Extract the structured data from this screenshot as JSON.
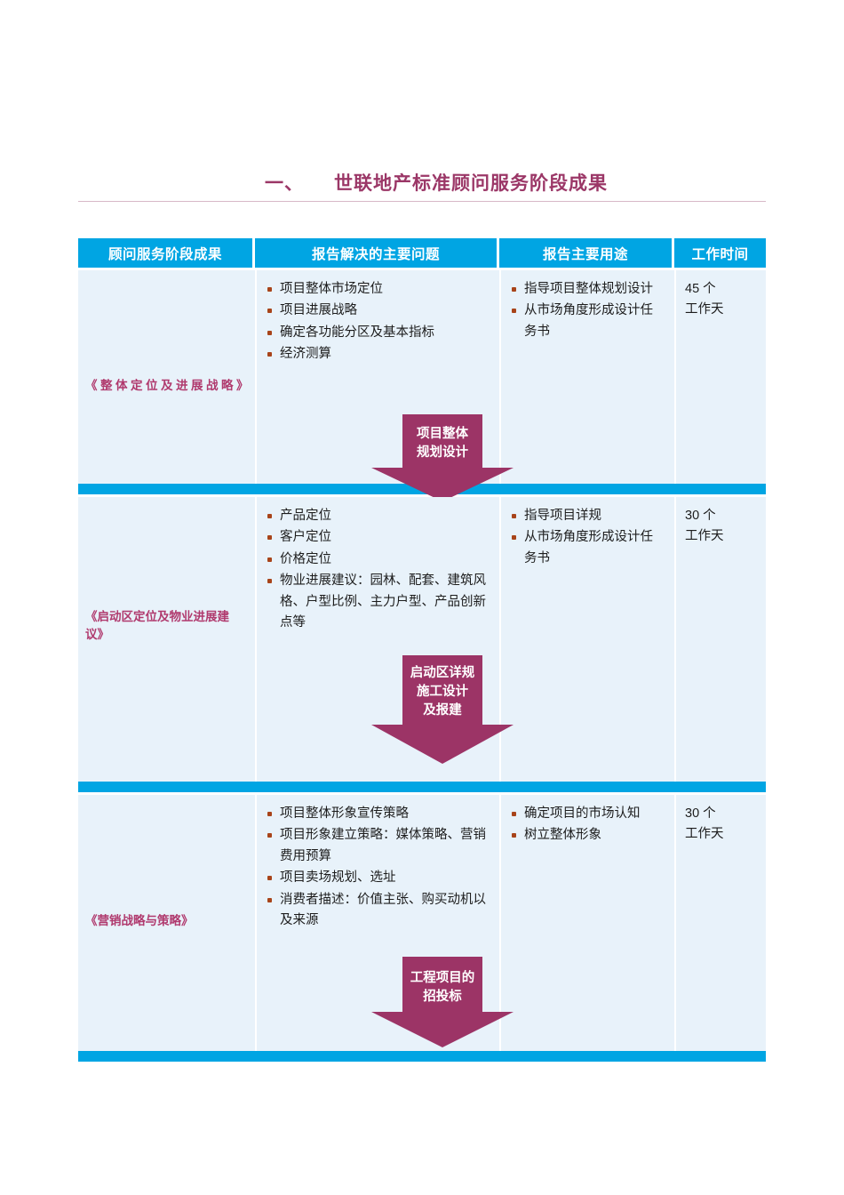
{
  "document": {
    "heading_number": "一、",
    "heading_title": "世联地产标准顾问服务阶段成果"
  },
  "table": {
    "headers": [
      "顾问服务阶段成果",
      "报告解决的主要问题",
      "报告主要用途",
      "工作时间"
    ],
    "rows": [
      {
        "stage": "《整体定位及进展战略》",
        "problems": [
          "项目整体市场定位",
          "项目进展战略",
          "确定各功能分区及基本指标",
          "经济测算"
        ],
        "uses": [
          "指导项目整体规划设计",
          "从市场角度形成设计任务书"
        ],
        "duration": "45 个\n工作天",
        "arrow_label": "项目整体\n规划设计"
      },
      {
        "stage": "《启动区定位及物业进展建议》",
        "problems": [
          "产品定位",
          "客户定位",
          "价格定位",
          "物业进展建议：园林、配套、建筑风格、户型比例、主力户型、产品创新点等"
        ],
        "uses": [
          "指导项目详规",
          "从市场角度形成设计任务书"
        ],
        "duration": "30 个\n工作天",
        "arrow_label": "启动区详规\n施工设计\n及报建"
      },
      {
        "stage": "《营销战略与策略》",
        "problems": [
          "项目整体形象宣传策略",
          "项目形象建立策略：媒体策略、营销费用预算",
          "项目卖场规划、选址",
          "消费者描述：价值主张、购买动机以及来源"
        ],
        "uses": [
          "确定项目的市场认知",
          "树立整体形象"
        ],
        "duration": "30 个\n工作天",
        "arrow_label": "工程项目的\n招投标"
      }
    ]
  },
  "colors": {
    "header_blue": "#00a5e3",
    "cell_background": "#e8f2fa",
    "accent_magenta": "#9c3466",
    "stage_label_color": "#b03a6e",
    "bullet_color": "#a8441a",
    "heading_color": "#9b3767"
  }
}
